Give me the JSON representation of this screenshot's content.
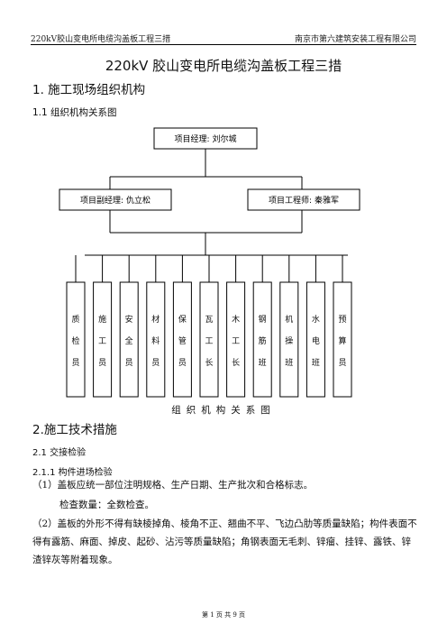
{
  "header": {
    "left": "220kV胶山变电所电缆沟盖板工程三措",
    "right": "南京市第六建筑安装工程有限公司"
  },
  "title": "220kV 胶山变电所电缆沟盖板工程三措",
  "section1": {
    "heading": "1.  施工现场组织机构",
    "sub": "1.1 组织机构关系图"
  },
  "org": {
    "manager": "项目经理: 刘尔城",
    "deputy": "项目副经理:  仇立松",
    "engineer": "项目工程师: 秦雅军",
    "roles": [
      [
        "质",
        "检",
        "员"
      ],
      [
        "施",
        "工",
        "员"
      ],
      [
        "安",
        "全",
        "员"
      ],
      [
        "材",
        "料",
        "员"
      ],
      [
        "保",
        "管",
        "员"
      ],
      [
        "瓦",
        "工",
        "长"
      ],
      [
        "木",
        "工",
        "长"
      ],
      [
        "钢",
        "筋",
        "班"
      ],
      [
        "机",
        "操",
        "班"
      ],
      [
        "水",
        "电",
        "班"
      ],
      [
        "预",
        "算",
        "员"
      ]
    ],
    "caption": "组织机构关系图"
  },
  "section2": {
    "heading": "2.施工技术措施",
    "sub1": "2.1 交接检验",
    "sub2": "2.1.1 构件进场检验",
    "p1": "（1）盖板应统一部位注明规格、生产日期、生产批次和合格标志。",
    "p2": "检查数量：全数检查。",
    "p3": "（2）盖板的外形不得有缺棱掉角、棱角不正、翘曲不平、飞边凸肋等质量缺陷；构件表面不得有露筋、麻面、掉皮、起砂、沾污等质量缺陷；角钢表面无毛刺、锌瘤、挂锌、露铁、锌渣锌灰等附着现象。"
  },
  "footer": "第 1 页    共 9 页"
}
